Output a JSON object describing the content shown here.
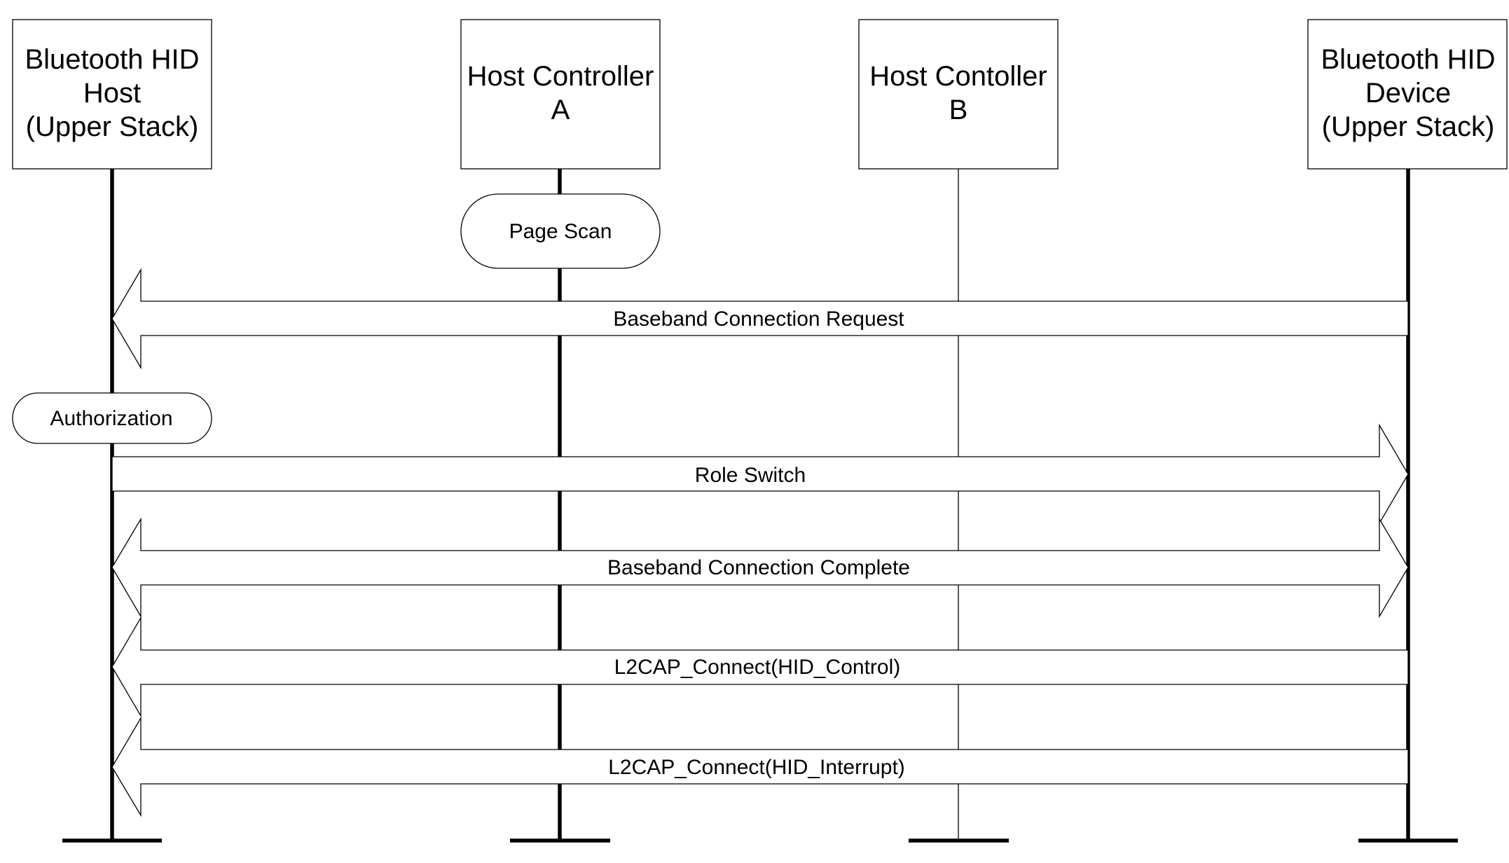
{
  "participants": [
    {
      "id": "hid_host",
      "lines": [
        "Bluetooth HID",
        "Host",
        "(Upper Stack)"
      ]
    },
    {
      "id": "hc_a",
      "lines": [
        "Host Controller",
        "A"
      ]
    },
    {
      "id": "hc_b",
      "lines": [
        "Host Contoller",
        "B"
      ]
    },
    {
      "id": "hid_device",
      "lines": [
        "Bluetooth HID",
        "Device",
        "(Upper Stack)"
      ]
    }
  ],
  "activities": [
    {
      "id": "page_scan",
      "label": "Page Scan",
      "on": "hc_a"
    },
    {
      "id": "authorization",
      "label": "Authorization",
      "on": "hid_host"
    }
  ],
  "messages": [
    {
      "id": "baseband_request",
      "label": "Baseband Connection Request",
      "from": "hid_device",
      "to": "hid_host",
      "direction": "left"
    },
    {
      "id": "role_switch",
      "label": "Role Switch",
      "from": "hid_host",
      "to": "hid_device",
      "direction": "right"
    },
    {
      "id": "baseband_complete",
      "label": "Baseband Connection Complete",
      "from": "hid_host",
      "to": "hid_device",
      "direction": "both"
    },
    {
      "id": "l2cap_control",
      "label": "L2CAP_Connect(HID_Control)",
      "from": "hid_device",
      "to": "hid_host",
      "direction": "left"
    },
    {
      "id": "l2cap_interrupt",
      "label": "L2CAP_Connect(HID_Interrupt)",
      "from": "hid_device",
      "to": "hid_host",
      "direction": "left"
    }
  ]
}
